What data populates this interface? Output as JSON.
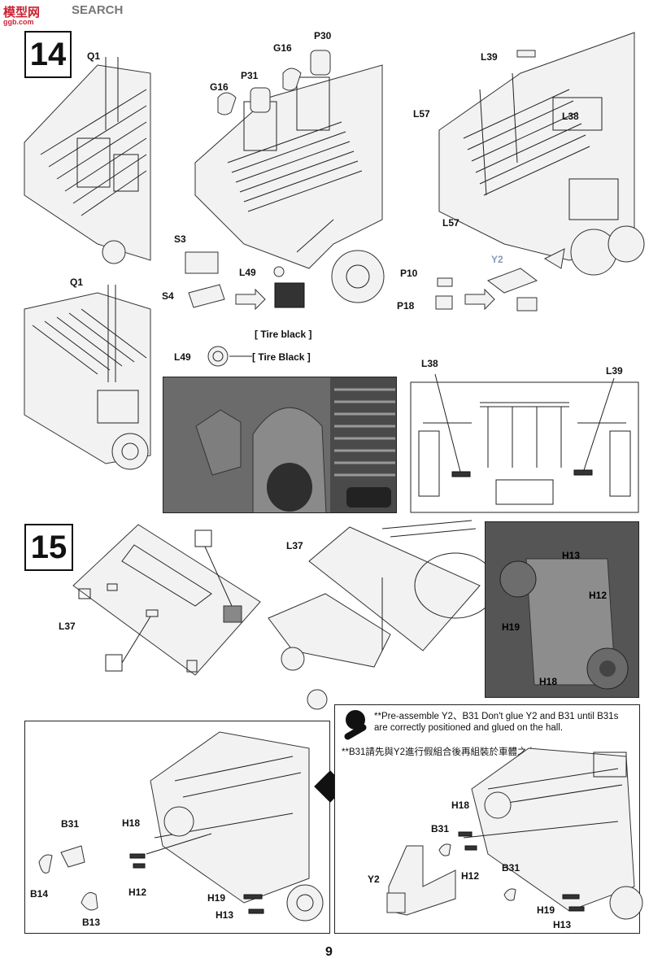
{
  "watermark": {
    "logo_text": "模型网",
    "domain": "ggb.com",
    "label": "SEARCH"
  },
  "step14": {
    "number": "14",
    "labels": {
      "q1_top": "Q1",
      "q1_lower": "Q1",
      "g16_a": "G16",
      "g16_b": "G16",
      "p30": "P30",
      "p31": "P31",
      "s3": "S3",
      "s4": "S4",
      "l49": "L49",
      "tire_black": "[ Tire black ]",
      "l49_b": "L49",
      "tire_black_b": "[ Tire Black ]",
      "l39": "L39",
      "l57_a": "L57",
      "l38": "L38",
      "l57_b": "L57",
      "p10": "P10",
      "p18": "P18",
      "y2": "Y2",
      "l38_b": "L38",
      "l39_b": "L39"
    }
  },
  "step15": {
    "number": "15",
    "labels": {
      "l37_a": "L37",
      "l37_b": "L37",
      "h13_photo": "H13",
      "h12_photo": "H12",
      "h19_photo": "H19",
      "h18_photo": "H18"
    }
  },
  "bottom_left": {
    "labels": {
      "b31": "B31",
      "b14": "B14",
      "b13": "B13",
      "h18": "H18",
      "h12": "H12",
      "h19": "H19",
      "h13": "H13"
    }
  },
  "bottom_right": {
    "note_en": "**Pre-assemble Y2、B31 Don't glue Y2 and B31 until B31s are correctly positioned and glued on the hall.",
    "note_zh": "**B31請先與Y2進行假組合後再組裝於車體之上。",
    "labels": {
      "h18": "H18",
      "b31_a": "B31",
      "h12": "H12",
      "b31_b": "B31",
      "y2": "Y2",
      "h19": "H19",
      "h13": "H13"
    }
  },
  "page_number": "9"
}
